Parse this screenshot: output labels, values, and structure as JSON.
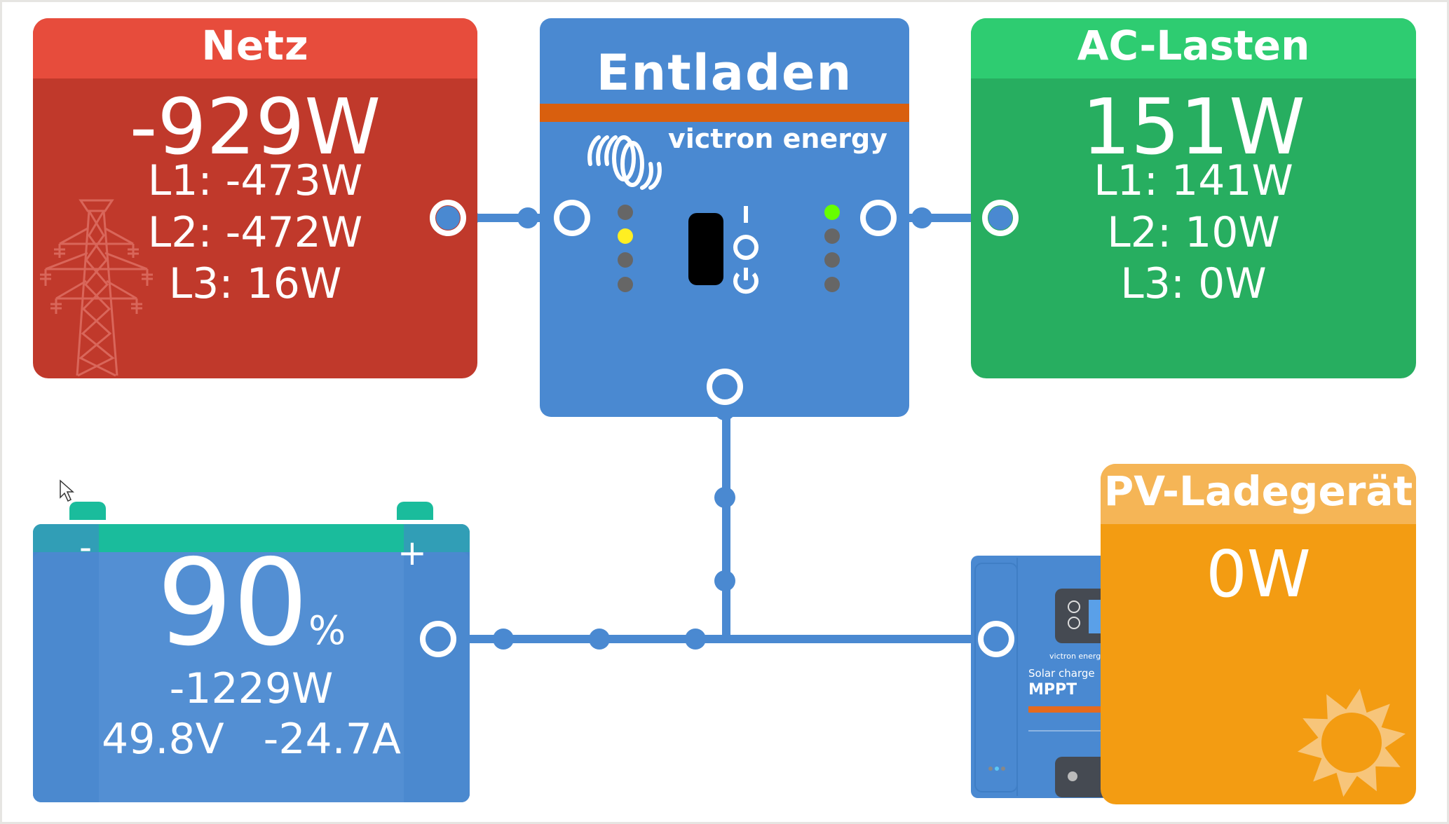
{
  "grid": {
    "title": "Netz",
    "total": "-929W",
    "phases": [
      "L1: -473W",
      "L2: -472W",
      "L3: 16W"
    ],
    "icon": "power-pylon-icon",
    "colors": {
      "header": "#e74c3c",
      "body": "#c0392b"
    }
  },
  "inverter": {
    "state": "Entladen",
    "brand": "victron energy",
    "icon": "victron-logo-icon",
    "leds_left": [
      "off",
      "yellow",
      "off",
      "off"
    ],
    "leds_right": [
      "green",
      "off",
      "off",
      "off"
    ],
    "switch_symbols": [
      "I",
      "O",
      "power"
    ],
    "colors": {
      "body": "#4a89d1",
      "stripe": "#d95f0e",
      "led_green": "#66ff00",
      "led_yellow": "#ffee22",
      "led_off": "#666666"
    }
  },
  "ac_loads": {
    "title": "AC-Lasten",
    "total": "151W",
    "phases": [
      "L1: 141W",
      "L2: 10W",
      "L3: 0W"
    ],
    "colors": {
      "header": "#2ecc71",
      "body": "#27ae60"
    }
  },
  "battery": {
    "soc_value": "90",
    "soc_unit": "%",
    "soc_fraction": 0.9,
    "power": "-1229W",
    "voltage": "49.8V",
    "current": "-24.7A",
    "minus_label": "-",
    "plus_label": "+",
    "colors": {
      "body": "#4a89d1",
      "fill": "#538fd3",
      "top": "#1abc9c"
    }
  },
  "pv_charger": {
    "title": "PV-Ladegerät",
    "power": "0W",
    "icon": "sun-icon",
    "device_label_1": "Solar charge",
    "device_label_2": "MPPT",
    "device_brand": "victron energy",
    "colors": {
      "header": "#f5b556",
      "body": "#f39c12"
    }
  },
  "connections": {
    "color": "#4a89d1"
  }
}
